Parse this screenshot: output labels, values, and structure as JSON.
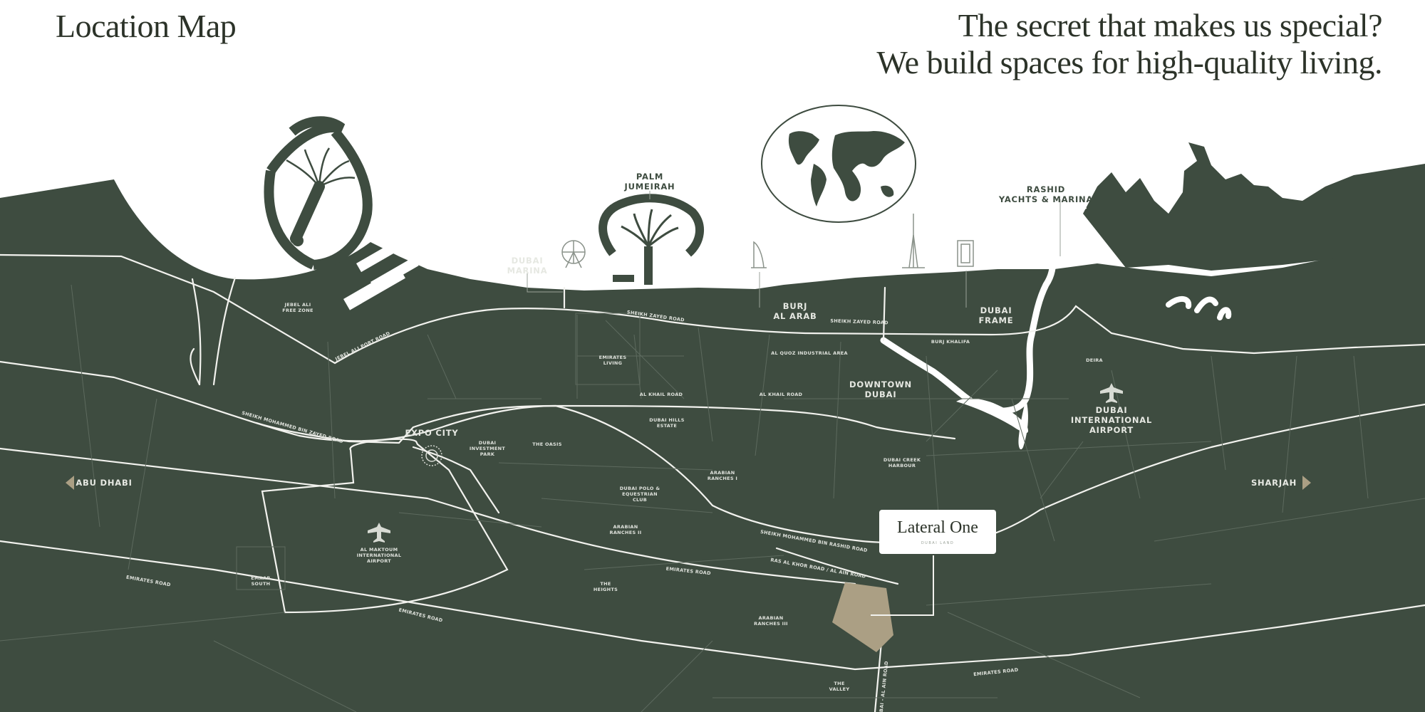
{
  "header": {
    "title": "Location Map",
    "tagline_line1": "The secret that makes us special?",
    "tagline_line2": "We build spaces for high-quality living."
  },
  "colors": {
    "land": "#3e4c40",
    "water": "#ffffff",
    "road": "#f2f2ee",
    "label": "#e6e8e2",
    "title_text": "#2c3329",
    "project_plot": "#ab9f84",
    "callout_bg": "#ffffff"
  },
  "landmarks": {
    "dubai_marina_1": "DUBAI",
    "dubai_marina_2": "MARINA",
    "palm_jumeirah_1": "PALM",
    "palm_jumeirah_2": "JUMEIRAH",
    "burj_al_arab_1": "BURJ",
    "burj_al_arab_2": "AL ARAB",
    "downtown_1": "DOWNTOWN",
    "downtown_2": "DUBAI",
    "dubai_frame_1": "DUBAI",
    "dubai_frame_2": "FRAME",
    "rashid_1": "RASHID",
    "rashid_2": "YACHTS & MARINA",
    "airport_1": "DUBAI",
    "airport_2": "INTERNATIONAL",
    "airport_3": "AIRPORT",
    "expo_city": "EXPO CITY"
  },
  "directions": {
    "west": "ABU DHABI",
    "east": "SHARJAH"
  },
  "areas": {
    "jebel_ali_1": "JEBEL ALI",
    "jebel_ali_2": "FREE ZONE",
    "emirates_1": "EMIRATES",
    "emirates_2": "LIVING",
    "al_quoz": "AL QUOZ INDUSTRIAL AREA",
    "burj_khalifa": "BURJ KHALIFA",
    "deira": "DEIRA",
    "dubai_hills_1": "DUBAI HILLS",
    "dubai_hills_2": "ESTATE",
    "dip_1": "DUBAI",
    "dip_2": "INVESTMENT",
    "dip_3": "PARK",
    "the_oasis": "THE OASIS",
    "arabian_i_1": "ARABIAN",
    "arabian_i_2": "RANCHES I",
    "creek_1": "DUBAI CREEK",
    "creek_2": "HARBOUR",
    "polo_1": "DUBAI POLO &",
    "polo_2": "EQUESTRIAN",
    "polo_3": "CLUB",
    "arabian_ii_1": "ARABIAN",
    "arabian_ii_2": "RANCHES II",
    "dwc_1": "AL MAKTOUM",
    "dwc_2": "INTERNATIONAL",
    "dwc_3": "AIRPORT",
    "emaar_1": "EMAAR",
    "emaar_2": "SOUTH",
    "heights_1": "THE",
    "heights_2": "HEIGHTS",
    "arabian_iii_1": "ARABIAN",
    "arabian_iii_2": "RANCHES III",
    "valley_1": "THE",
    "valley_2": "VALLEY"
  },
  "roads": {
    "jebel_ali_port": "JEBEL ALI PORT ROAD",
    "sheikh_zayed_1": "SHEIKH ZAYED ROAD",
    "sheikh_zayed_2": "SHEIKH ZAYED ROAD",
    "al_khail_1": "AL KHAIL ROAD",
    "al_khail_2": "AL KHAIL ROAD",
    "mbz": "SHEIKH MOHAMMED BIN ZAYED ROAD",
    "bin_rashid": "SHEIKH MOHAMMED BIN RASHID ROAD",
    "al_maktoum_bin_rashid": "RAS AL KHOR ROAD / AL AIN ROAD",
    "emirates_road_1": "EMIRATES ROAD",
    "emirates_road_2": "EMIRATES ROAD",
    "emirates_road_3": "EMIRATES ROAD",
    "emirates_road_4": "EMIRATES ROAD",
    "dubai_al_ain": "DUBAI - AL AIN ROAD"
  },
  "project": {
    "name": "Lateral One",
    "subtitle": "DUBAI LAND"
  }
}
